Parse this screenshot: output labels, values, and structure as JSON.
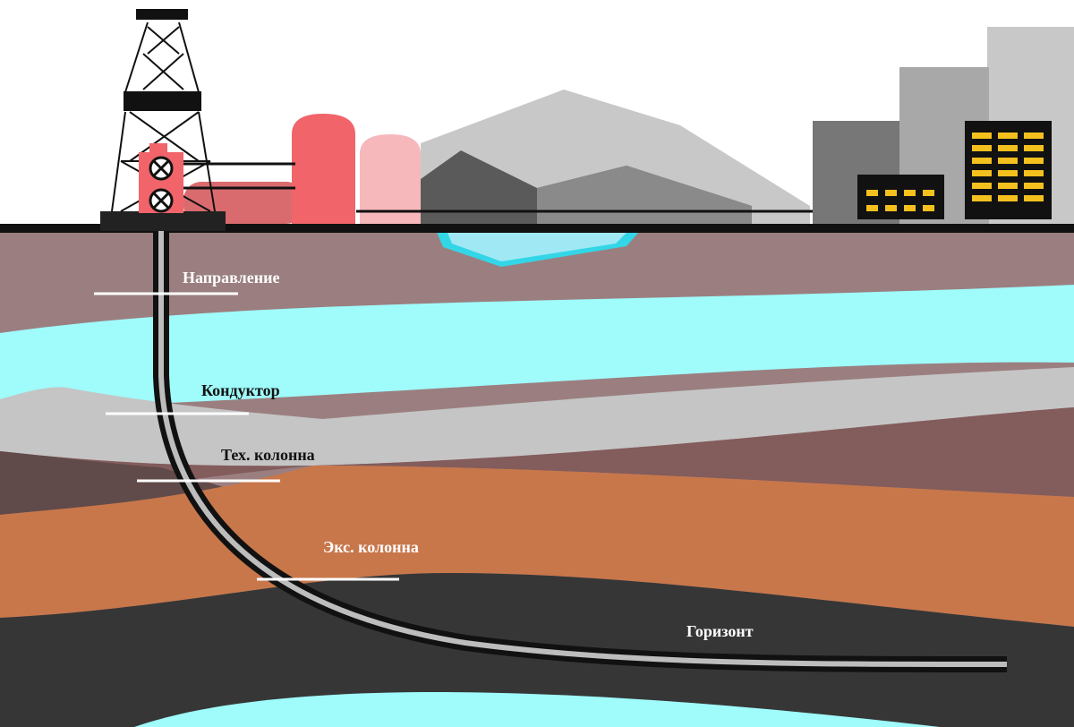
{
  "labels": {
    "napravlenie": "Направление",
    "konduktor": "Кондуктор",
    "teh_kolonna": "Тех. колонна",
    "eks_kolonna": "Экс. колонна",
    "gorizont": "Горизонт"
  },
  "colors": {
    "sky": "#ffffff",
    "surface_line": "#111111",
    "layer_top": "#9b7f80",
    "aquifer": "#a0fbfb",
    "grey_layer": "#c5c5c5",
    "dark_brown": "#614b4a",
    "mauve": "#835c5c",
    "orange": "#c8774b",
    "reservoir": "#363636",
    "lower_aquifer": "#a0fbfb",
    "tank_red": "#f0646a",
    "tank_pink": "#f7b8bb",
    "mountain_light": "#c8c8c8",
    "mountain_dark": "#5a5a5a",
    "building_grey": "#777777",
    "window_yellow": "#f4c01e",
    "casing_marker": "#ffffff"
  },
  "icons": [
    "drilling-rig-icon",
    "storage-tank-icon",
    "mountain-icon",
    "city-building-icon",
    "pond-icon"
  ]
}
